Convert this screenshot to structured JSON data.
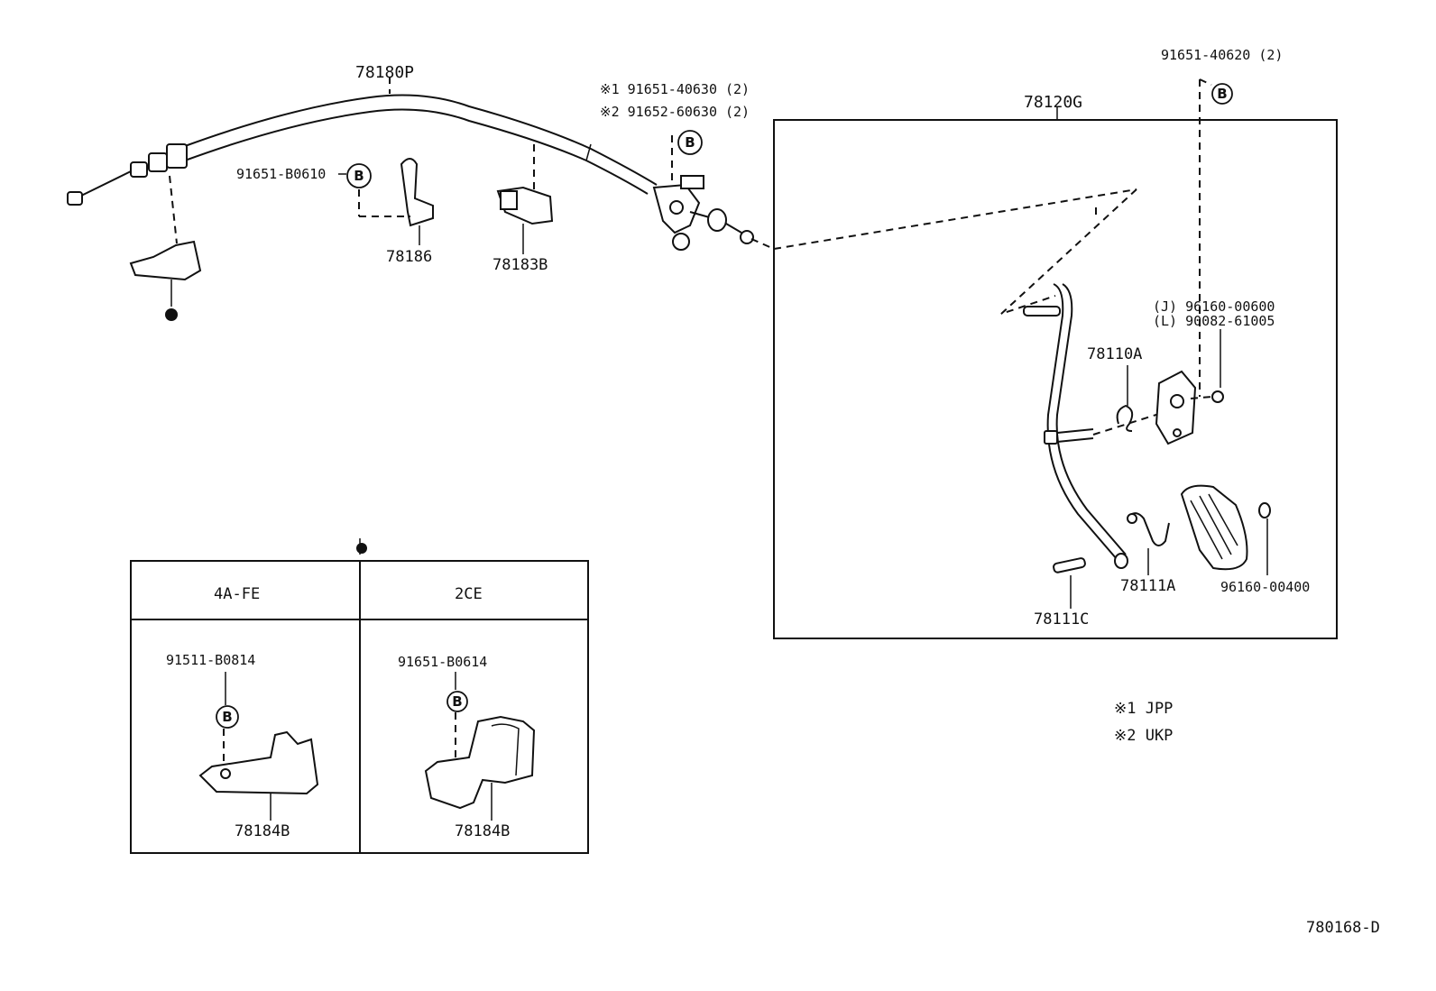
{
  "diagram": {
    "labels": {
      "cable": "78180P",
      "cable_bolt": "91651-B0610",
      "clamp_78186": "78186",
      "clamp_78183b": "78183B",
      "bolt_note1": "※1 91651-40630 (2)",
      "bolt_note2": "※2 91652-60630 (2)",
      "pedal_assy": "78120G",
      "top_bolt": "91651-40620 (2)",
      "nut_j": "(J) 96160-00600",
      "nut_l": "(L) 90082-61005",
      "spring_78110a": "78110A",
      "spring_78111a": "78111A",
      "pin_78111c": "78111C",
      "pad_nut": "96160-00400",
      "legend_1": "※1  JPP",
      "legend_2": "※2  UKP",
      "figure_id": "780168-D"
    },
    "b_marker": "B",
    "variant_table": {
      "headers": [
        "4A-FE",
        "2CE"
      ],
      "cells": [
        {
          "bolt": "91511-B0814",
          "part": "78184B"
        },
        {
          "bolt": "91651-B0614",
          "part": "78184B"
        }
      ]
    }
  }
}
